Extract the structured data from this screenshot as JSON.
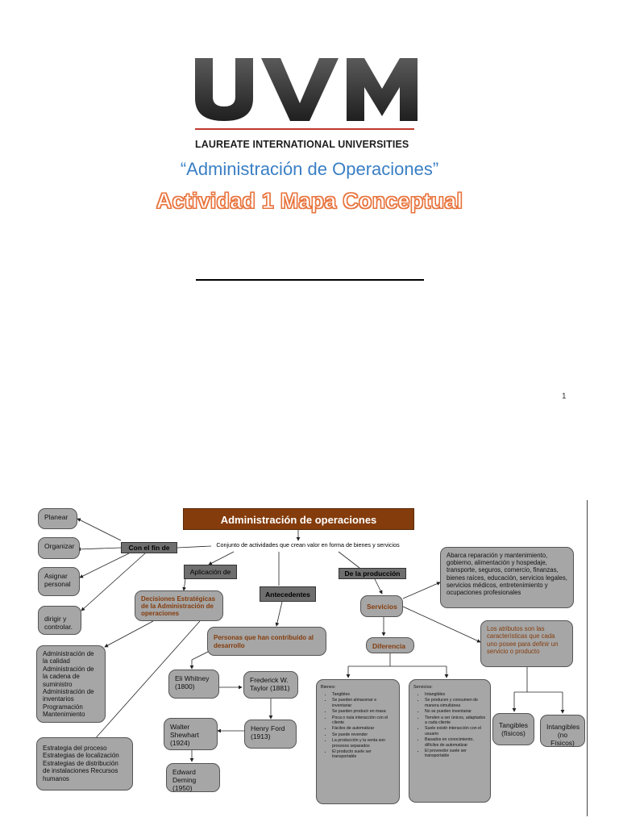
{
  "cover": {
    "logo_text": "UVM",
    "tagline": "LAUREATE INTERNATIONAL UNIVERSITIES",
    "subtitle": "“Administración de Operaciones”",
    "activity_title": "Actividad 1 Mapa Conceptual",
    "page_number": "1"
  },
  "map": {
    "header": "Administración de operaciones",
    "definition": "Conjunto de actividades que crean valor en forma de bienes y servicios",
    "con_el_fin_de": "Con el fin de",
    "fines": [
      "Planear",
      "Organizar",
      "Asignar personal",
      "dirigir y controlar."
    ],
    "aplicacion_de": "Aplicación de",
    "decisiones": "Decisiones Estratégicas de la Administración de operaciones",
    "decisiones_list_1": "Administración de la calidad Administración de la cadena de suministro Administración de inventarios Programación Mantenimiento",
    "decisiones_list_2": "Estrategia del proceso Estrategias de localización Estrategias de distribución de instalaciones Recursos humanos",
    "antecedentes": "Antecedentes",
    "personas": "Personas que han contribuido al desarrollo",
    "eli": "Eli Whitney (1800)",
    "taylor": "Frederick W. Taylor (1881)",
    "ford": "Henry Ford (1913)",
    "shewhart": "Walter Shewhart (1924)",
    "deming": "Edward Deming (1950)",
    "de_la_produccion": "De la producción",
    "servicios": "Servicios",
    "servicios_examples": "Abarca reparación y mantenimiento, gobierno, alimentación y hospedaje, transporte, seguros, comercio, finanzas, bienes raíces, educación, servicios legales, servicios médicos, entretenimiento y ocupaciones profesionales",
    "atributos": "Los atributos son las características que cada uno posee para definir un servicio o producto",
    "tangibles": "Tangibles (físicos)",
    "intangibles": "Intangibles (no Físicos)",
    "diferencia": "Diferencia",
    "bienes_title": "Bienes:",
    "bienes_items": [
      "Tangibles",
      "Se pueden almacenar e inventariar",
      "Se pueden producir en masa",
      "Poca o nula interacción con el cliente",
      "Fáciles de automatizar",
      "Se puede revender",
      "La producción y la venta son procesos separados",
      "El producto suele ser transportable"
    ],
    "servicios_title": "Servicios:",
    "servicios_items": [
      "Intangibles",
      "Se producen y consumen de manera simultánea",
      "No se pueden inventariar",
      "Tienden a ser únicos, adaptados a cada cliente",
      "Suele existir interacción con el usuario",
      "Basados en conocimiento, difíciles de automatizar",
      "El proveedor suele ser transportable"
    ]
  },
  "colors": {
    "accent_red": "#c0392b",
    "subtitle_blue": "#3a7fc4",
    "activity_orange": "#e8733c",
    "header_brown": "#843c0c",
    "box_gray": "#a6a6a6",
    "label_gray": "#6e6e6e"
  }
}
